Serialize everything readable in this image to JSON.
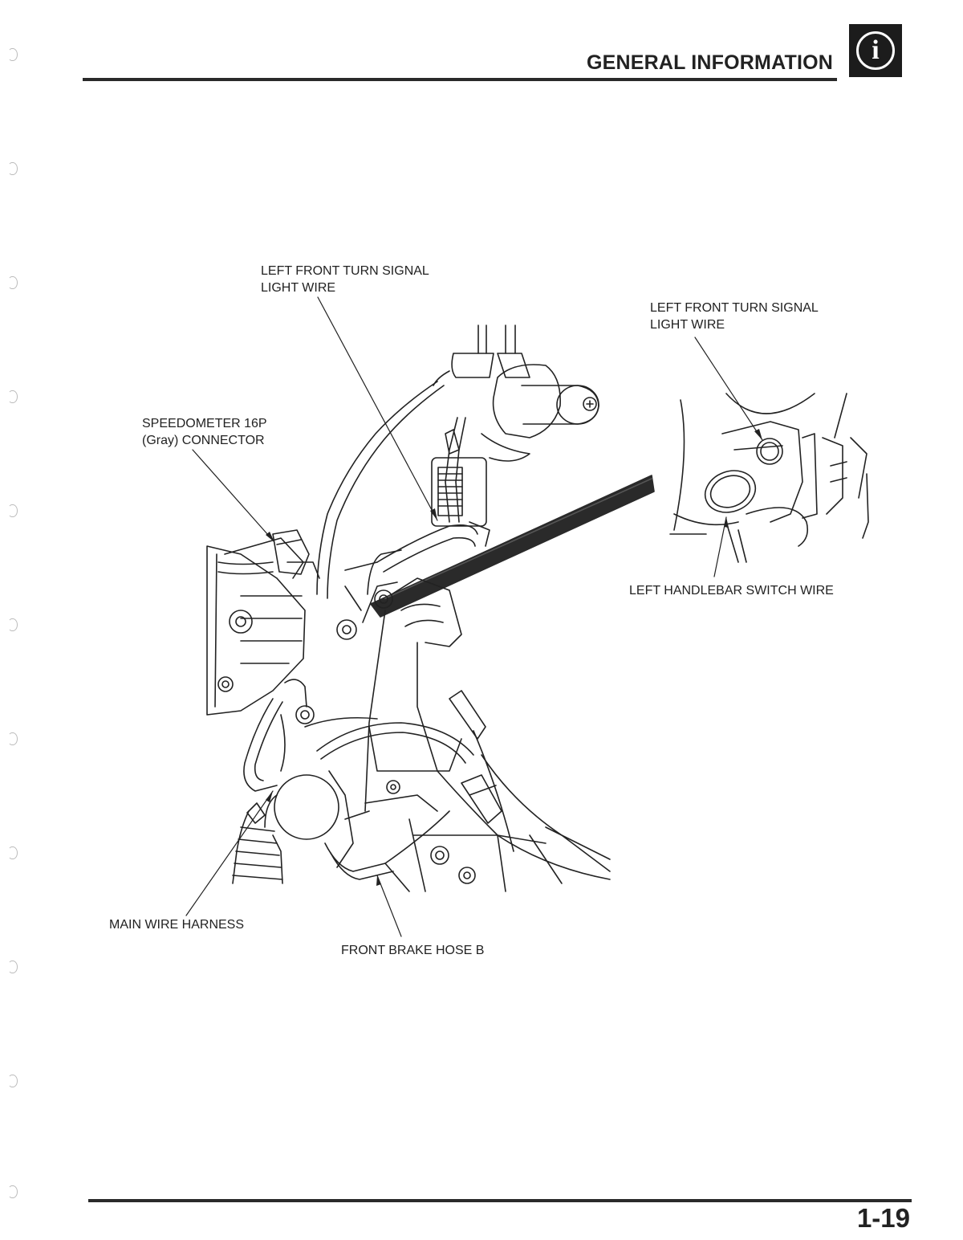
{
  "header": {
    "section_title": "GENERAL INFORMATION",
    "badge_glyph": "i",
    "badge_icon": "info-icon"
  },
  "labels": {
    "turn_signal_main_l1": "LEFT FRONT TURN SIGNAL",
    "turn_signal_main_l2": "LIGHT WIRE",
    "turn_signal_inset_l1": "LEFT FRONT TURN SIGNAL",
    "turn_signal_inset_l2": "LIGHT WIRE",
    "speedometer_l1": "SPEEDOMETER 16P",
    "speedometer_l2": "(Gray) CONNECTOR",
    "handlebar_switch_wire": "LEFT HANDLEBAR SWITCH WIRE",
    "main_wire_harness": "MAIN WIRE HARNESS",
    "front_brake_hose": "FRONT BRAKE HOSE B"
  },
  "footer": {
    "page_number": "1-19"
  }
}
